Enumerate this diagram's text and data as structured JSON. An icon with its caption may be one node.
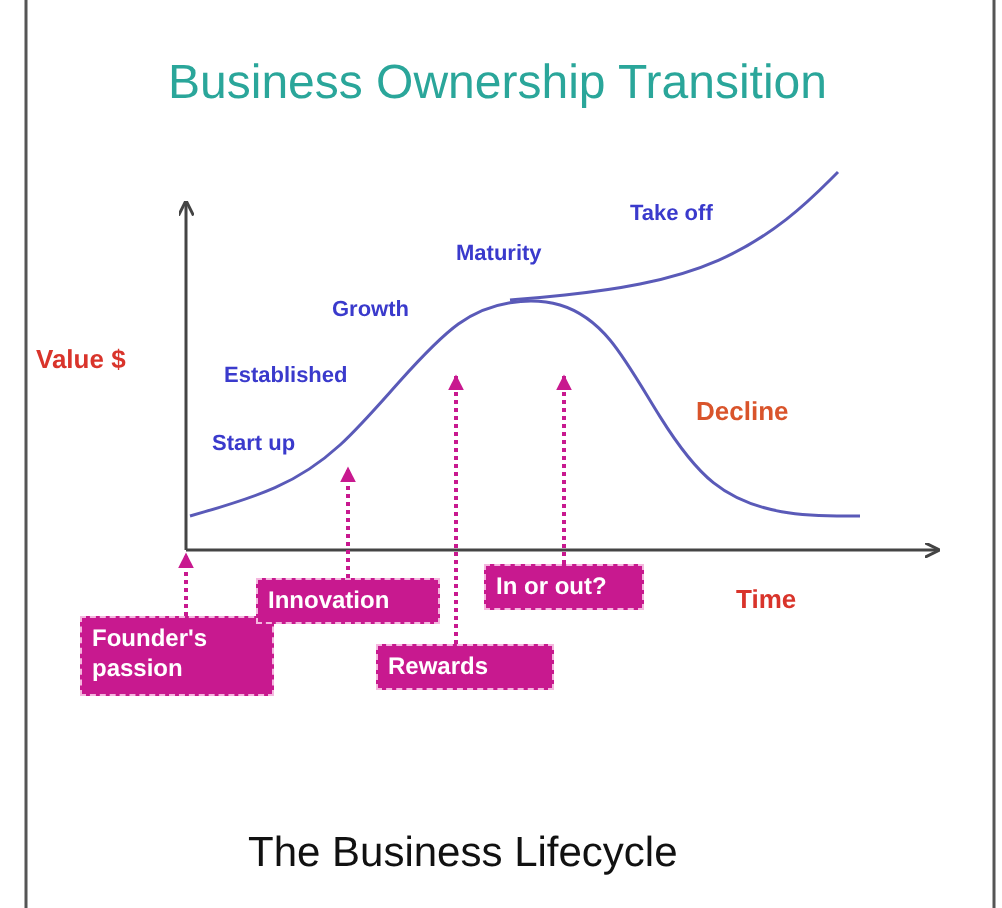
{
  "diagram": {
    "title": "Business Ownership Transition",
    "caption": "The Business Lifecycle",
    "nodes": [
      {
        "text": [
          "Founder's passion"
        ]
      },
      {
        "text": [
          "Innovation"
        ]
      },
      {
        "text": [
          "In or out?"
        ]
      },
      {
        "text": [
          "Rewards"
        ]
      }
    ],
    "edges": [
      {
        "from": 0,
        "to": null,
        "arrow": "to",
        "style": "dashed"
      },
      {
        "from": 1,
        "to": null,
        "arrow": "to",
        "style": "dashed"
      },
      {
        "from": 3,
        "to": null,
        "arrow": "to",
        "style": "dashed"
      },
      {
        "from": 2,
        "to": null,
        "arrow": "to",
        "style": "dashed"
      }
    ],
    "labels": [
      "Take off",
      "Maturity",
      "Growth",
      "Value $",
      "Established",
      "Decline",
      "Start up",
      "Time"
    ]
  }
}
